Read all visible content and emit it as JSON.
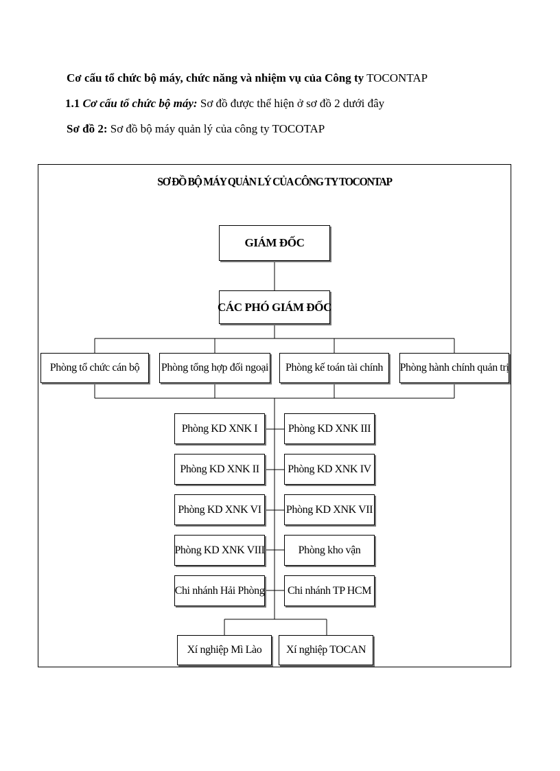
{
  "heading": {
    "line1_bold": "Cơ cấu tổ chức bộ máy, chức năng và nhiệm vụ của Công ty",
    "line1_rest": "TOCONTAP",
    "line2_num": "1.1",
    "line2_bold_italic": "Cơ cấu tổ chức bộ máy:",
    "line2_rest": "Sơ đồ được thể hiện ở sơ đồ 2 dưới đây",
    "line3_bold": "Sơ đồ 2:",
    "line3_rest": "Sơ đồ bộ máy quản lý của công ty TOCOTAP"
  },
  "diagram": {
    "title": "SƠ ĐỒ BỘ MÁY QUẢN LÝ CỦA CÔNG TY TOCONTAP",
    "director": "GIÁM ĐỐC",
    "deputies": "CÁC PHÓ GIÁM ĐỐC",
    "departments": [
      "Phòng tổ chức cán bộ",
      "Phòng tổng hợp đối ngoại",
      "Phòng kế toán tài chính",
      "Phòng hành chính quản trị"
    ],
    "left_units": [
      "Phòng KD XNK I",
      "Phòng KD XNK II",
      "Phòng KD XNK VI",
      "Phòng KD XNK VIII",
      "Chi nhánh Hải Phòng"
    ],
    "right_units": [
      "Phòng KD XNK III",
      "Phòng KD XNK IV",
      "Phòng KD XNK VII",
      "Phòng kho vận",
      "Chi nhánh TP HCM"
    ],
    "enterprises": [
      "Xí nghiệp Mì Lào",
      "Xí nghiệp TOCAN"
    ]
  }
}
